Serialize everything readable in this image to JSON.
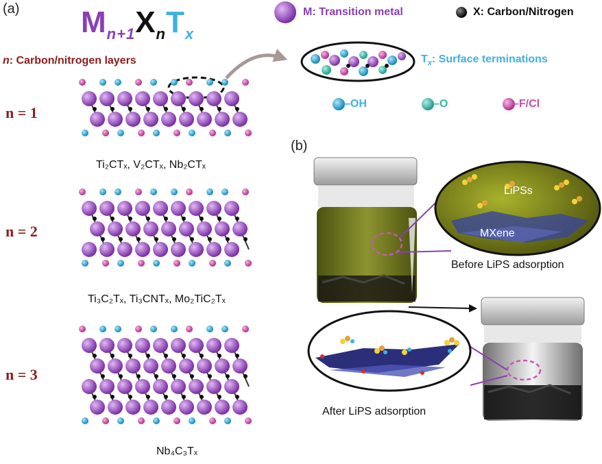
{
  "panel_a": {
    "label": "(a)",
    "formula": {
      "M": "M",
      "M_sub": "n+1",
      "X": "X",
      "X_sub": "n",
      "T": "T",
      "T_sub": "x"
    },
    "layers_note": {
      "n": "n",
      "text": ": Carbon/nitrogen layers"
    },
    "legend": {
      "metal": "M: Transition metal",
      "nonmetal": "X: Carbon/Nitrogen",
      "surface": "T",
      "surface_sub": "x",
      "surface_text": ": Surface terminations",
      "oh": "–OH",
      "o": "–O",
      "fcl": "–F/Cl"
    },
    "rows": [
      {
        "n_label": "n = 1",
        "caption": "Ti₂CTₓ, V₂CTₓ, Nb₂CTₓ"
      },
      {
        "n_label": "n = 2",
        "caption": "Ti₃C₂Tₓ, Ti₃CNTₓ, Mo₂TiC₂Tₓ"
      },
      {
        "n_label": "n = 3",
        "caption": "Nb₄C₃Tₓ"
      }
    ]
  },
  "panel_b": {
    "label": "(b)",
    "lips_label": "LiPSs",
    "mxene_label": "MXene",
    "before": "Before LiPS adsorption",
    "after": "After LiPS adsorption"
  },
  "colors": {
    "metal": "#8a3fb5",
    "carbon": "#111111",
    "oh": "#1ea7d8",
    "o": "#2fb8a8",
    "fcl": "#d24aa8",
    "label_red": "#8c1c1c",
    "term_blue": "#3fb1e3"
  }
}
